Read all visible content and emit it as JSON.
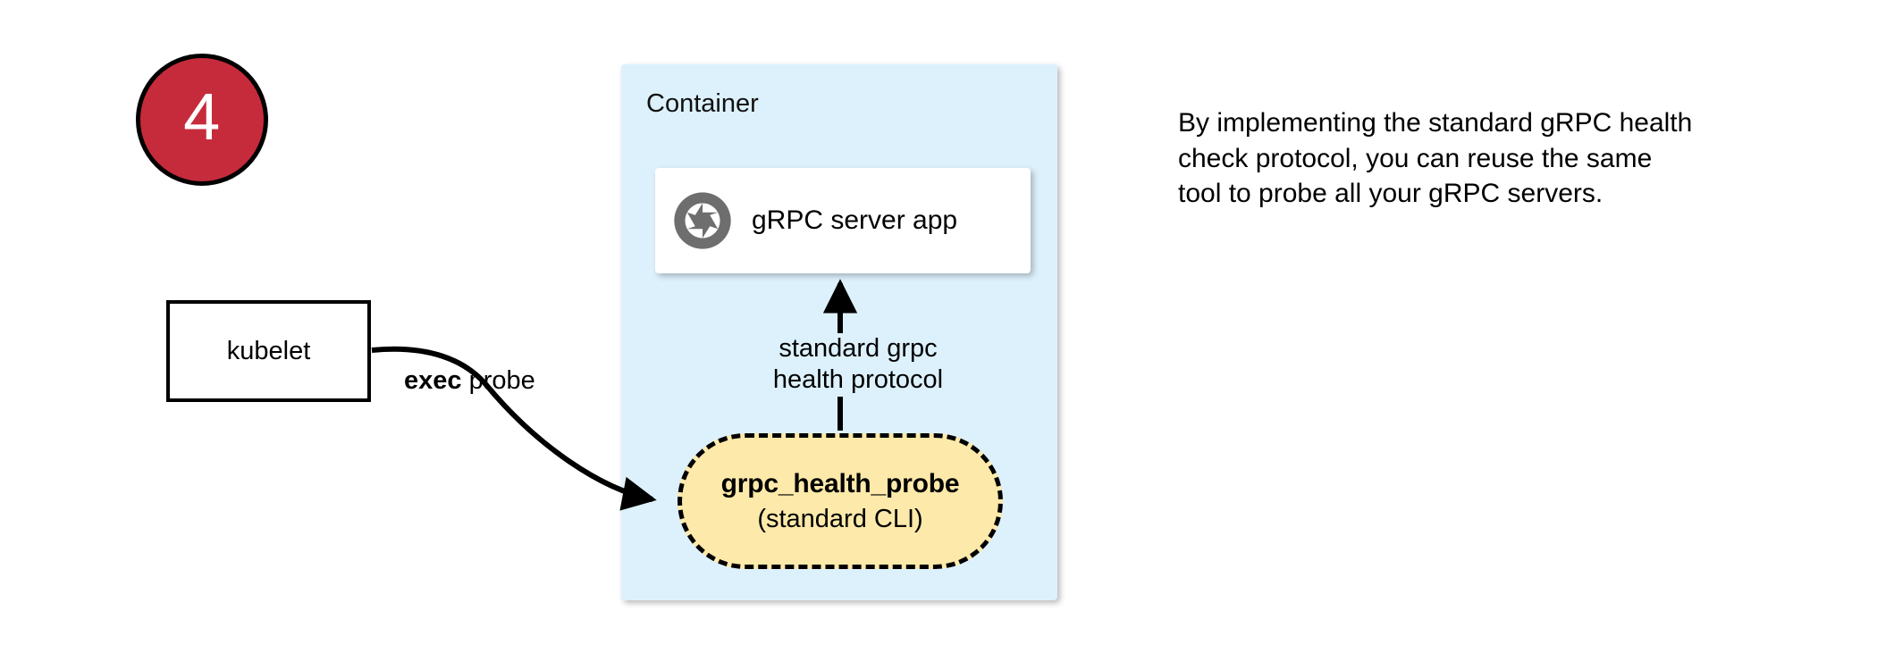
{
  "step": {
    "number": "4",
    "badge_color": "#c62b3c",
    "badge_text_color": "#ffffff"
  },
  "container": {
    "label": "Container",
    "fill_color": "#ddf1fc"
  },
  "server_card": {
    "label": "gRPC server app",
    "icon": "grpc-aperture-icon",
    "icon_color": "#6e6e6e",
    "fill_color": "#ffffff"
  },
  "kubelet": {
    "label": "kubelet",
    "fill_color": "#ffffff",
    "border_color": "#000000"
  },
  "exec_probe": {
    "bold_text": "exec",
    "rest_text": " probe"
  },
  "probe_pill": {
    "title": "grpc_health_probe",
    "subtitle": "(standard CLI)",
    "fill_color": "#fde9a9",
    "border_style": "dashed",
    "border_color": "#000000"
  },
  "protocol_arrow": {
    "line1": "standard grpc",
    "line2": "health protocol",
    "direction": "up"
  },
  "caption": {
    "text": "By implementing the standard gRPC health check protocol, you can reuse the same tool to probe all your gRPC servers."
  }
}
